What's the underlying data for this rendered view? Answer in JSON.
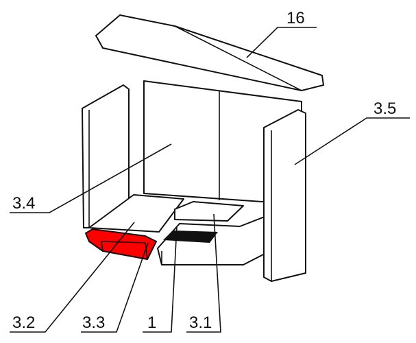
{
  "labels": {
    "lid": "16",
    "right_panel": "3.5",
    "back_wall": "3.4",
    "front_left_brick": "3.2",
    "highlighted_part": "3.3",
    "grate": "1",
    "center_plate": "3.1"
  },
  "colors": {
    "highlight": "#ff0000",
    "line": "#111111"
  }
}
